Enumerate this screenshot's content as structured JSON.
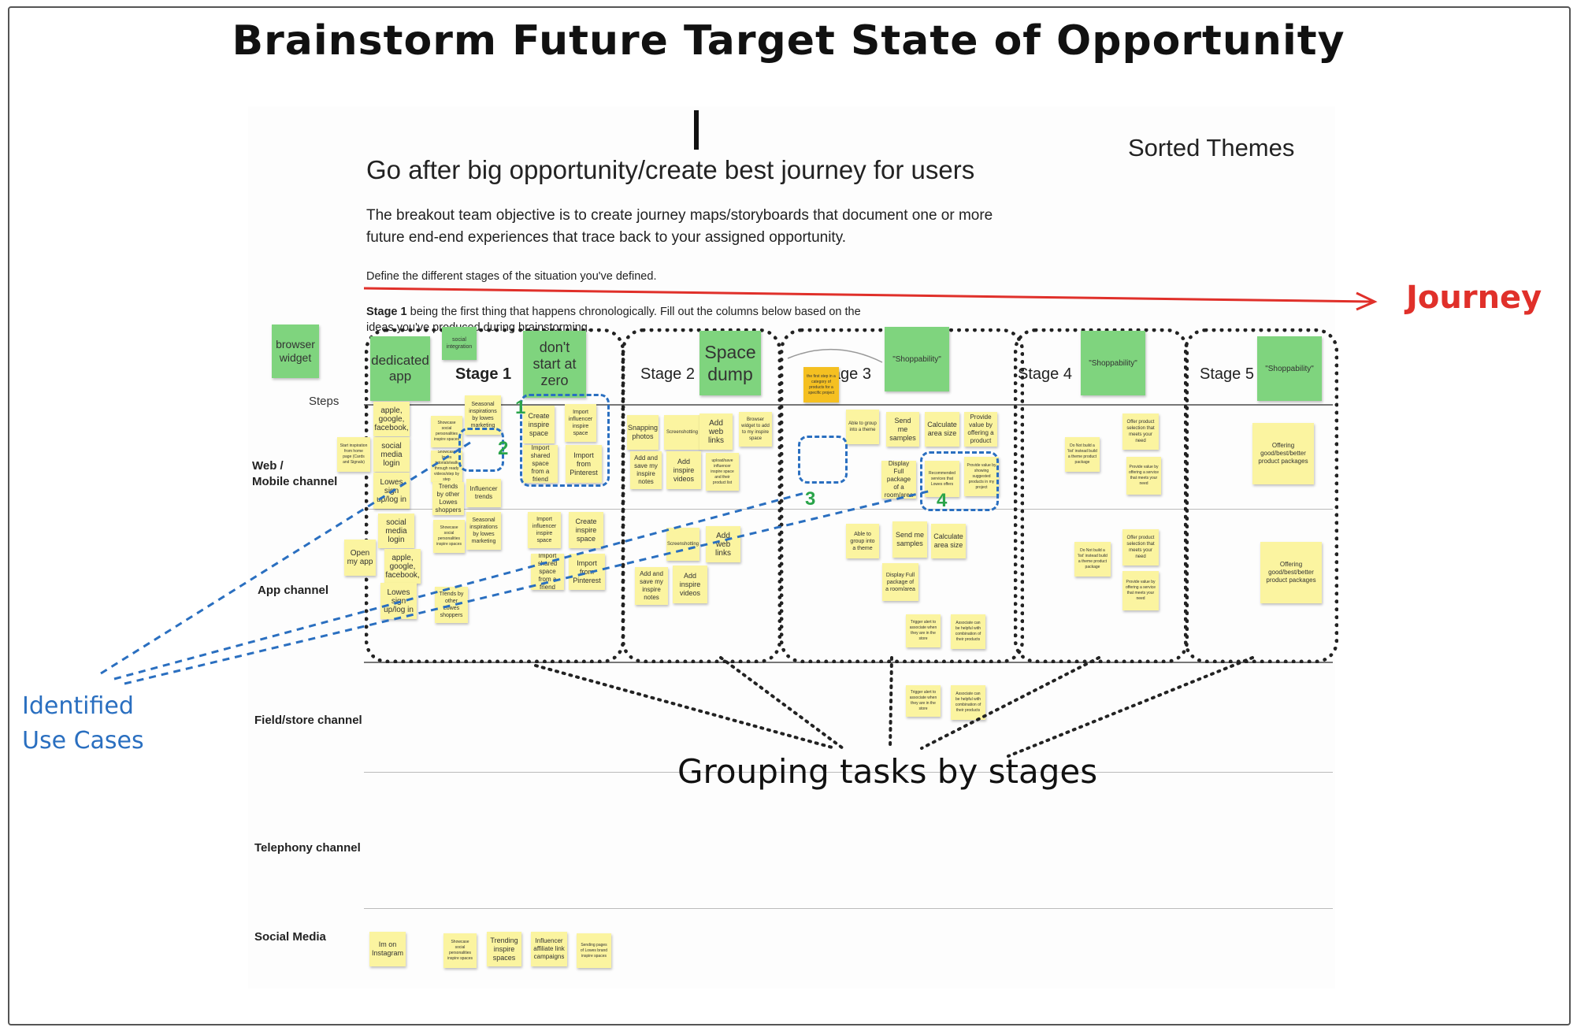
{
  "title": "Brainstorm Future Target State of Opportunity",
  "board": {
    "heading": "Go after big opportunity/create best journey for users",
    "objective": "The breakout team objective is to create journey maps/storyboards that document one or more future end-end experiences that trace back to your assigned opportunity.",
    "define_stages": "Define the different stages of the situation you've defined.",
    "stage1_bold": "Stage 1",
    "stage1_instruction": "being the first thing that happens chronologically.  Fill out the columns below based on the ideas you've produced during brainstorming.",
    "sorted_themes": "Sorted Themes",
    "steps_label": "Steps",
    "row_labels": {
      "web": "Web /\nMobile channel",
      "app": "App channel",
      "field": "Field/store channel",
      "telephony": "Telephony channel",
      "social": "Social Media"
    },
    "stages": {
      "s1": "Stage 1",
      "s2": "Stage 2",
      "s3": "Stage 3",
      "s4": "Stage 4",
      "s5": "Stage 5"
    },
    "green_notes": {
      "browser_widget": "browser widget",
      "social_integration": "social integration",
      "dedicated_app": "dedicated app",
      "dont_start": "don't start at zero",
      "space_dump": "Space dump",
      "shoppability1": "\"Shoppability\"",
      "shoppability2": "\"Shoppability\"",
      "shoppability3": "\"Shoppability\""
    },
    "web_notes": {
      "n1": "apple, google, facebook,",
      "n2": "social media login",
      "n3": "Lowes sign up/log in",
      "n4": "Start inspiration from home page (Cards and Signals)",
      "n5": "Showcase social personalities inspire spaces",
      "n6": "Seasonal inspirations by lowes marketing",
      "n7": "Showcase lowes tutorials/walk through ready videos/step by step",
      "n8": "Trends by other Lowes shoppers",
      "n9": "Influencer trends",
      "n10": "Create inspire space",
      "n11": "Import influencer inspire space",
      "n12": "Import shared space from a friend",
      "n13": "Import from Pinterest",
      "n14": "Snapping photos",
      "n15": "Screenshotting",
      "n16": "Add web links",
      "n17": "Browser widget to add to my inspire space",
      "n18": "Add and save my inspire notes",
      "n19": "Add inspire videos",
      "n20": "upload/save influencer inspire space and their product list",
      "n21": "Able to group into a theme",
      "n22": "Send me samples",
      "n23": "Calculate area size",
      "n24": "Provide value by offering a product",
      "n25": "Display Full package of a room/area",
      "n26": "Recommended services that Lowes offers",
      "n27": "Provide value by showing suggested products in my project",
      "n28": "Offer product selection that meets your need",
      "n29": "Provide value by offering a service that meets your need",
      "n30": "Do Not build a 'list' instead build a theme product package",
      "n31": "Offering good/best/better product packages",
      "n32": "the first step in a category of products for a specific project"
    },
    "app_notes": {
      "n1": "social media login",
      "n2": "apple, google, facebook,",
      "n3": "Lowes sign up/log in",
      "n4": "Open my app",
      "n5": "Showcase social personalities inspire spaces",
      "n6": "Seasonal inspirations by lowes marketing",
      "n7": "Trends by other Lowes shoppers",
      "n8": "Import influencer inspire space",
      "n9": "Create inspire space",
      "n10": "Import shared space from a friend",
      "n11": "Import from Pinterest",
      "n12": "Screenshotting",
      "n13": "Add web links",
      "n14": "Add and save my inspire notes",
      "n15": "Add inspire videos",
      "n16": "Able to group into a theme",
      "n17": "Send me samples",
      "n18": "Calculate area size",
      "n19": "Display Full package of a room/area",
      "n20": "Offer product selection that meets your need",
      "n21": "Provide value by offering a service that meets your need",
      "n22": "Do Not build a 'list' instead build a theme product package",
      "n23": "Offering good/best/better product packages",
      "n24": "Trigger alert to associate when they are in the store",
      "n25": "Associate can be helpful with combination of their products"
    },
    "field_notes": {
      "n1": "Trigger alert to associate when they are in the store",
      "n2": "Associate can be helpful with combination of their products"
    },
    "social_notes": {
      "n1": "Im on Instagram",
      "n2": "Showcase social personalities inspire spaces",
      "n3": "Trending inspire spaces",
      "n4": "Influencer affiliate link campaigns",
      "n5": "Sending pages of Lowes brand inspire spaces"
    },
    "numbers": [
      "1",
      "2",
      "3",
      "4"
    ]
  },
  "annotations": {
    "journey": "Journey",
    "identified": "Identified\nUse Cases",
    "grouping": "Grouping tasks by stages"
  },
  "colors": {
    "sticky_yellow": "#fbf4a0",
    "sticky_green": "#7fd47e",
    "journey_red": "#e0302a",
    "usecase_blue": "#2a6fc0",
    "number_green": "#2aa44a"
  }
}
